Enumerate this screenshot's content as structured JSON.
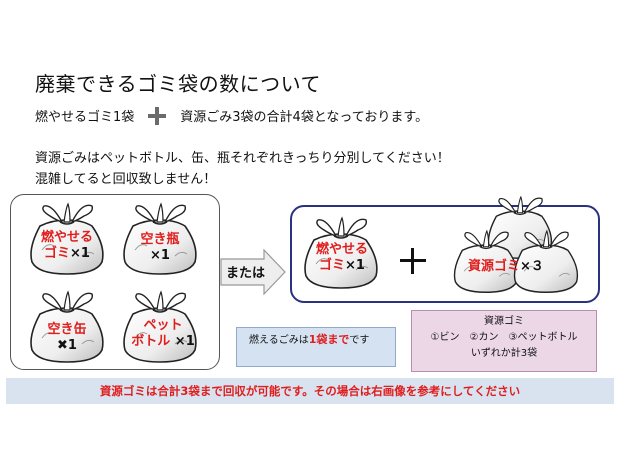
{
  "title": "廃棄できるゴミ袋の数について",
  "line1": {
    "left": "燃やせるゴミ1袋",
    "right": "資源ごみ3袋の合計4袋となっております。"
  },
  "line2": {
    "a": "資源ごみはペットボトル、缶、瓶それぞれきっちり分別してください！",
    "b": "混雑してると回収致しません！"
  },
  "left_bags": {
    "burnable": {
      "line1": "燃やせる",
      "line2_red": "ゴミ",
      "line2_count": "×1"
    },
    "bottle": {
      "line1": "空き瓶",
      "count": "×1"
    },
    "can": {
      "line1": "空き缶",
      "count": "✖1"
    },
    "pet": {
      "line1": "ペット",
      "line2_red": "ボトル",
      "count": "×1"
    }
  },
  "arrow_label": "または",
  "right_bags": {
    "burnable": {
      "line1": "燃やせる",
      "line2_red": "ゴミ",
      "line2_count": "×1"
    },
    "resource": {
      "red": "資源ゴミ",
      "count": "×３"
    }
  },
  "callout_blue": {
    "pre": "燃えるごみは",
    "emph": "1袋まで",
    "post": "です"
  },
  "callout_pink": {
    "line1": "資源ゴミ",
    "line2": "①ビン　②カン　③ペットボトル",
    "line3": "いずれか計3袋"
  },
  "banner": "資源ゴミは合計3袋まで回収が可能です。その場合は右画像を参考にしてください",
  "colors": {
    "accent_red": "#e01d1d",
    "navy": "#2a3180",
    "banner_bg": "#d9e3f0",
    "blue_callout": "#d5e2f1",
    "pink_callout": "#ecd7e7"
  },
  "icons": [
    "garbage-bag-icon",
    "plus-icon",
    "arrow-right-icon"
  ]
}
